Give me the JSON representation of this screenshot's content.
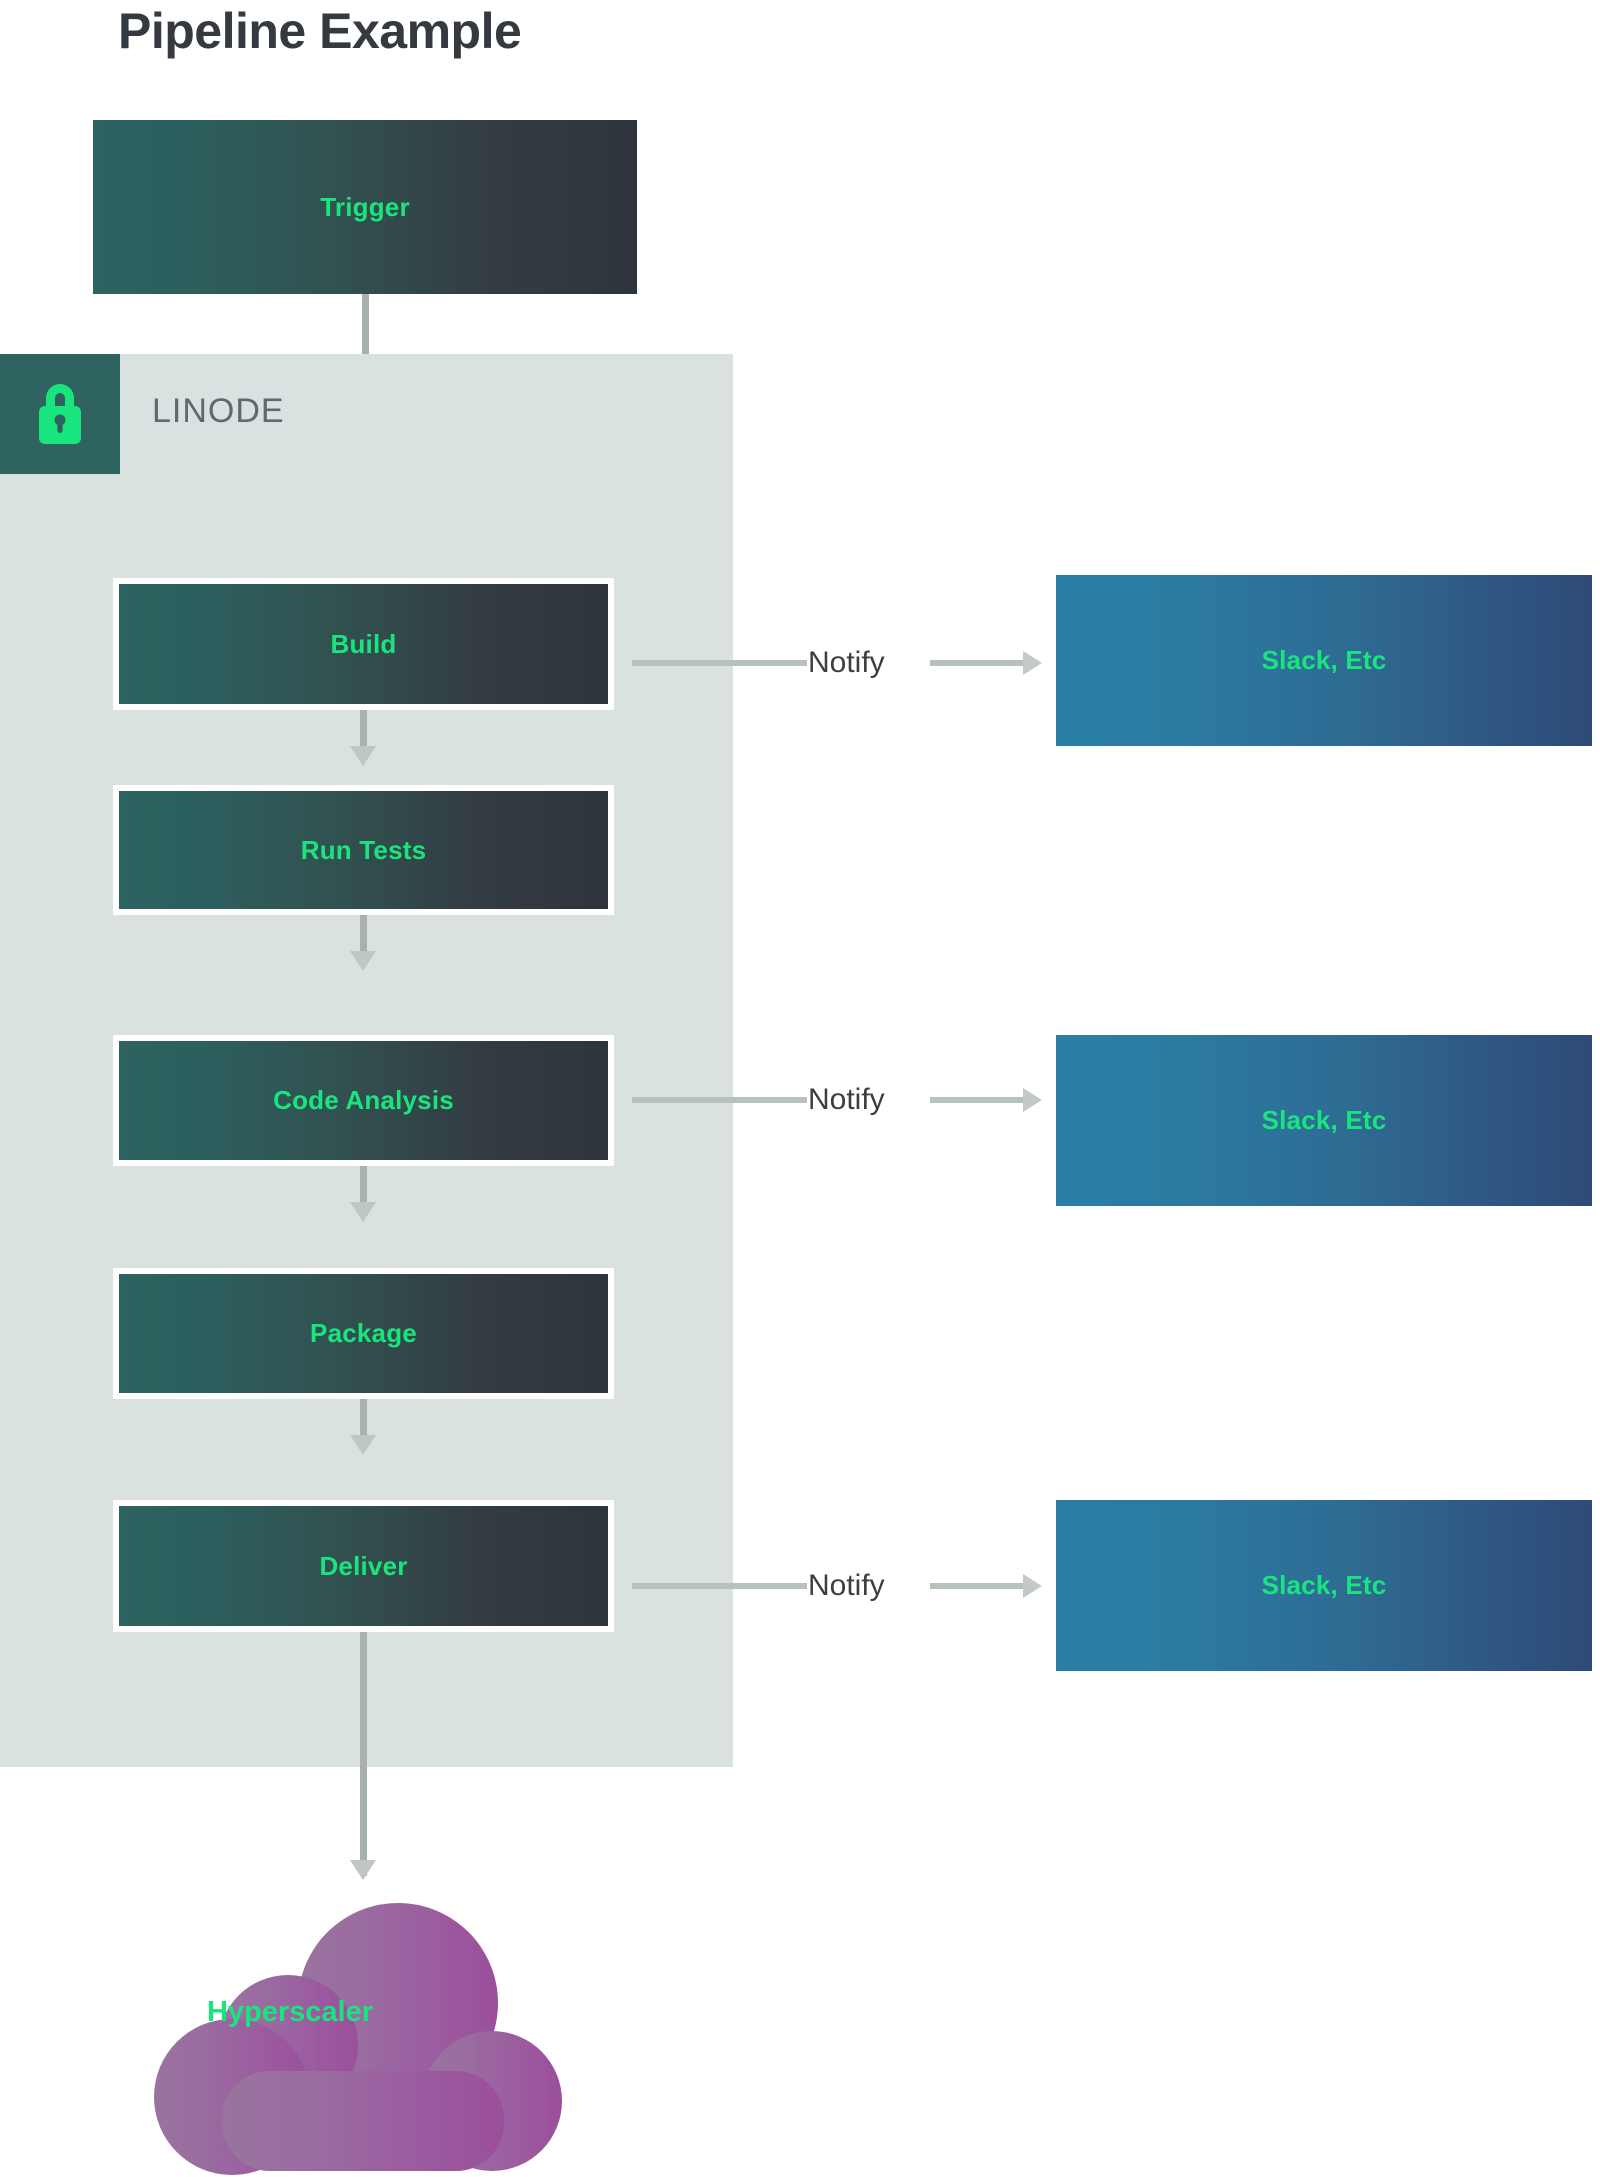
{
  "title": "Pipeline Example",
  "colors": {
    "accent_green": "#19e57f",
    "title_dark": "#343a40",
    "container_bg": "#d9e2e0",
    "badge_bg": "#2e6360",
    "node_gradient_start": "#2d6360",
    "node_gradient_end": "#2e343b",
    "slack_gradient_start": "#2a7ea4",
    "slack_gradient_end": "#2e4a78",
    "cloud_gradient_start": "#9a739f",
    "cloud_gradient_end": "#9b4f9b",
    "connector_gray": "#b9c0c0",
    "notify_text": "#3b3f42",
    "linode_text": "#5f6a6e"
  },
  "trigger": {
    "label": "Trigger"
  },
  "container": {
    "label": "LINODE",
    "badge_icon": "lock-icon"
  },
  "stages": [
    {
      "label": "Build"
    },
    {
      "label": "Run Tests"
    },
    {
      "label": "Code Analysis"
    },
    {
      "label": "Package"
    },
    {
      "label": "Deliver"
    }
  ],
  "notifications": [
    {
      "edge_label": "Notify",
      "target_label": "Slack, Etc",
      "from_stage": "Build"
    },
    {
      "edge_label": "Notify",
      "target_label": "Slack, Etc",
      "from_stage": "Code Analysis"
    },
    {
      "edge_label": "Notify",
      "target_label": "Slack, Etc",
      "from_stage": "Deliver"
    }
  ],
  "destination": {
    "label": "Hyperscaler",
    "shape": "cloud"
  }
}
